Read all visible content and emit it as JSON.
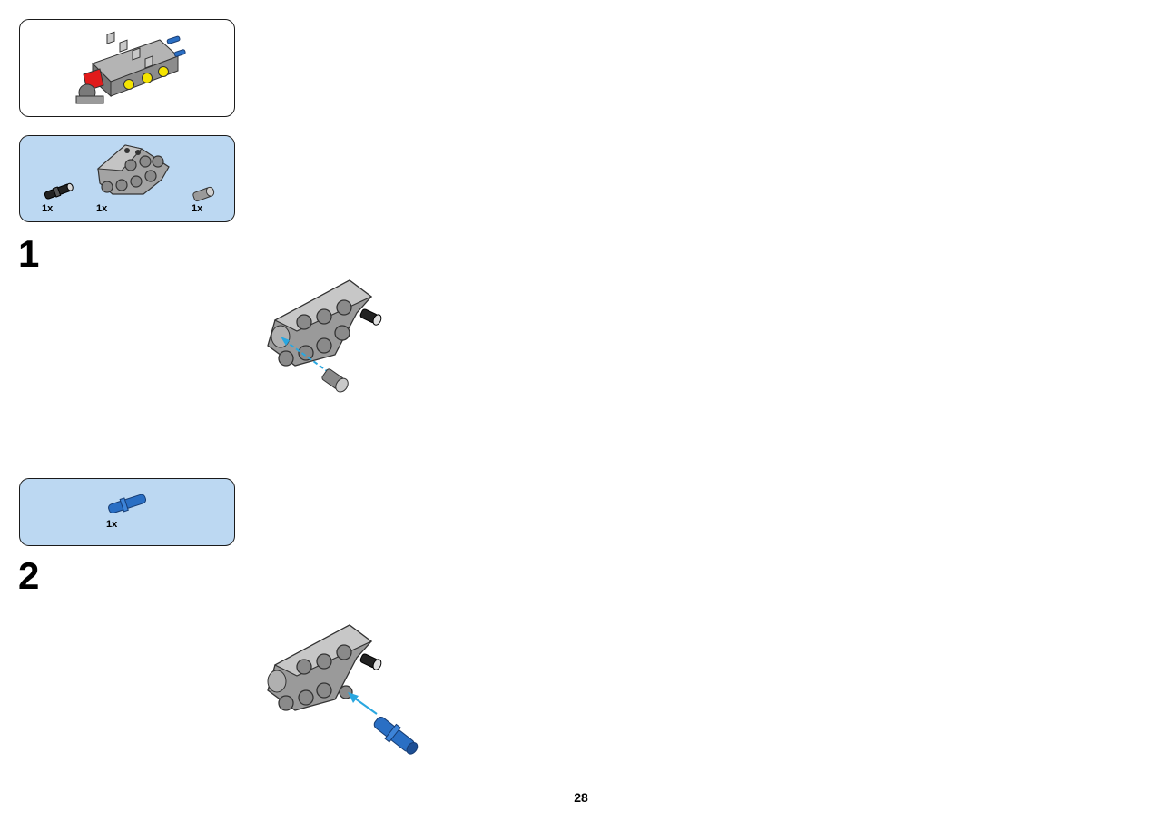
{
  "submodel": {
    "image": "engine-block-assembly"
  },
  "parts_list_1": {
    "items": [
      {
        "qty": "1x",
        "part": "black-pin-with-friction"
      },
      {
        "qty": "1x",
        "part": "gray-liftarm-frame"
      },
      {
        "qty": "1x",
        "part": "gray-pin-connector"
      }
    ]
  },
  "step_1": {
    "number": "1"
  },
  "parts_list_2": {
    "items": [
      {
        "qty": "1x",
        "part": "blue-axle-pin"
      }
    ]
  },
  "step_2": {
    "number": "2"
  },
  "page": {
    "number": "28"
  },
  "colors": {
    "callout_background": "#bcd8f2",
    "assembly_arrow": "#2aa7e0",
    "brick_gray": "#9a9a9a",
    "brick_blue": "#2a6fc4",
    "highlight_red": "#e11b1b",
    "highlight_yellow": "#f5e400"
  }
}
